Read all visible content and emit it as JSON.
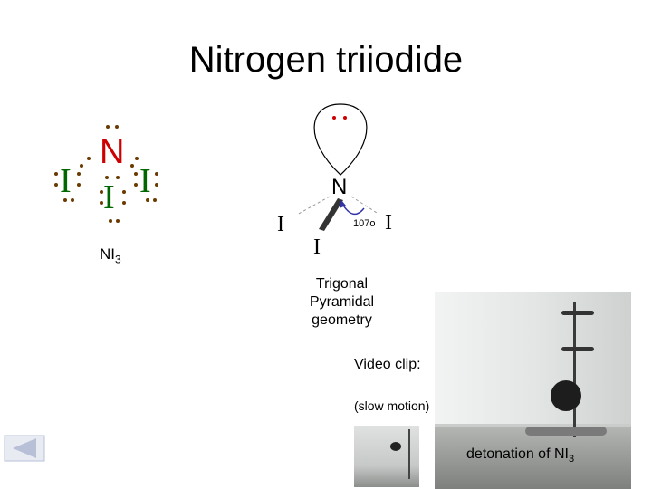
{
  "title": "Nitrogen triiodide",
  "lewis": {
    "central": "N",
    "outer": "I",
    "formula_main": "NI",
    "formula_sub": "3",
    "colors": {
      "nitrogen": "#cc0000",
      "iodine": "#006600",
      "dots": "#6b3a00"
    }
  },
  "geometry": {
    "central": "N",
    "ligand": "I",
    "angle": "107o",
    "description_lines": [
      "Trigonal",
      "Pyramidal",
      "geometry"
    ],
    "arrow_color": "#3333aa"
  },
  "video": {
    "label": "Video clip:",
    "slow": "(slow motion)",
    "caption_main": "detonation of NI",
    "caption_sub": "3"
  },
  "nav": {
    "back_icon": "back-arrow-icon",
    "color": "#b8c0d8"
  }
}
